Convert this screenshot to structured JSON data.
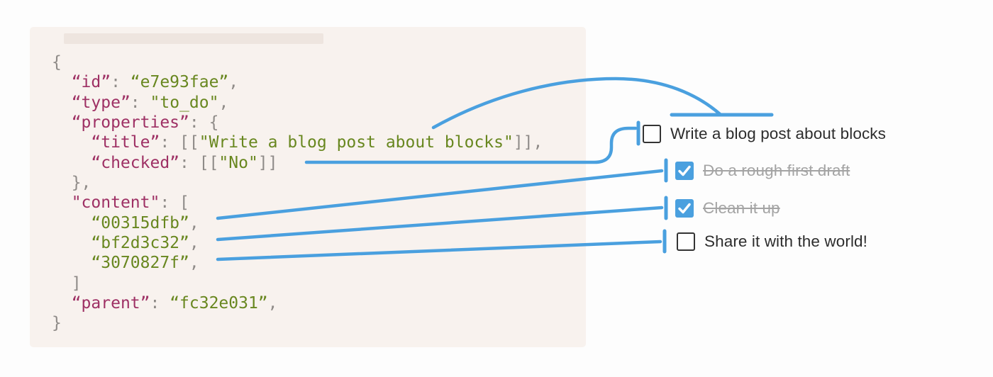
{
  "colors": {
    "accent_blue": "#4aa0df",
    "code_key": "#9e3064",
    "code_value": "#68871f",
    "code_punctuation": "#8f8b88",
    "code_panel_background": "#f8f2ee",
    "todo_text": "#2d2d2d",
    "todo_completed_text": "#a4a4a4",
    "checked_checkbox_fill": "#4aa0df",
    "unchecked_checkbox_border": "#343434"
  },
  "code_block": {
    "lines": [
      [
        {
          "t": "{",
          "c": "p"
        }
      ],
      [
        {
          "t": "  ",
          "c": "p"
        },
        {
          "t": "“id”",
          "c": "k"
        },
        {
          "t": ": ",
          "c": "p"
        },
        {
          "t": "“e7e93fae”",
          "c": "v"
        },
        {
          "t": ",",
          "c": "p"
        }
      ],
      [
        {
          "t": "  ",
          "c": "p"
        },
        {
          "t": "“type”",
          "c": "k"
        },
        {
          "t": ": ",
          "c": "p"
        },
        {
          "t": "\"to_do\"",
          "c": "v"
        },
        {
          "t": ",",
          "c": "p"
        }
      ],
      [
        {
          "t": "  ",
          "c": "p"
        },
        {
          "t": "“properties”",
          "c": "k"
        },
        {
          "t": ": {",
          "c": "p"
        }
      ],
      [
        {
          "t": "    ",
          "c": "p"
        },
        {
          "t": "“title”",
          "c": "k"
        },
        {
          "t": ": [[",
          "c": "p"
        },
        {
          "t": "\"Write a blog post about blocks\"",
          "c": "v"
        },
        {
          "t": "]],",
          "c": "p"
        }
      ],
      [
        {
          "t": "    ",
          "c": "p"
        },
        {
          "t": "“checked”",
          "c": "k"
        },
        {
          "t": ": [[",
          "c": "p"
        },
        {
          "t": "\"No\"",
          "c": "v"
        },
        {
          "t": "]]",
          "c": "p"
        }
      ],
      [
        {
          "t": "  },",
          "c": "p"
        }
      ],
      [
        {
          "t": "  ",
          "c": "p"
        },
        {
          "t": "\"content\"",
          "c": "k"
        },
        {
          "t": ": [",
          "c": "p"
        }
      ],
      [
        {
          "t": "    ",
          "c": "p"
        },
        {
          "t": "“00315dfb”",
          "c": "v"
        },
        {
          "t": ",",
          "c": "p"
        }
      ],
      [
        {
          "t": "    ",
          "c": "p"
        },
        {
          "t": "“bf2d3c32”",
          "c": "v"
        },
        {
          "t": ",",
          "c": "p"
        }
      ],
      [
        {
          "t": "    ",
          "c": "p"
        },
        {
          "t": "“3070827f”",
          "c": "v"
        },
        {
          "t": ",",
          "c": "p"
        }
      ],
      [
        {
          "t": "  ]",
          "c": "p"
        }
      ],
      [
        {
          "t": "  ",
          "c": "p"
        },
        {
          "t": "“parent”",
          "c": "k"
        },
        {
          "t": ": ",
          "c": "p"
        },
        {
          "t": "“fc32e031”",
          "c": "v"
        },
        {
          "t": ",",
          "c": "p"
        }
      ],
      [
        {
          "t": "}",
          "c": "p"
        }
      ]
    ]
  },
  "todo_list": {
    "items": [
      {
        "label": "Write a blog post about blocks",
        "checked": false,
        "completed": false,
        "indent": 0
      },
      {
        "label": "Do a rough first draft",
        "checked": true,
        "completed": true,
        "indent": 1
      },
      {
        "label": "Clean it up",
        "checked": true,
        "completed": true,
        "indent": 1
      },
      {
        "label": "Share it with the world!",
        "checked": false,
        "completed": false,
        "indent": 1
      }
    ]
  },
  "connectors": [
    {
      "from": "properties.title value",
      "to": "todo item 1 text (overline)"
    },
    {
      "from": "properties.checked value",
      "to": "todo item 1 checkbox"
    },
    {
      "from": "content id 00315dfb",
      "to": "todo item 2"
    },
    {
      "from": "content id bf2d3c32",
      "to": "todo item 3"
    },
    {
      "from": "content id 3070827f",
      "to": "todo item 4"
    }
  ]
}
